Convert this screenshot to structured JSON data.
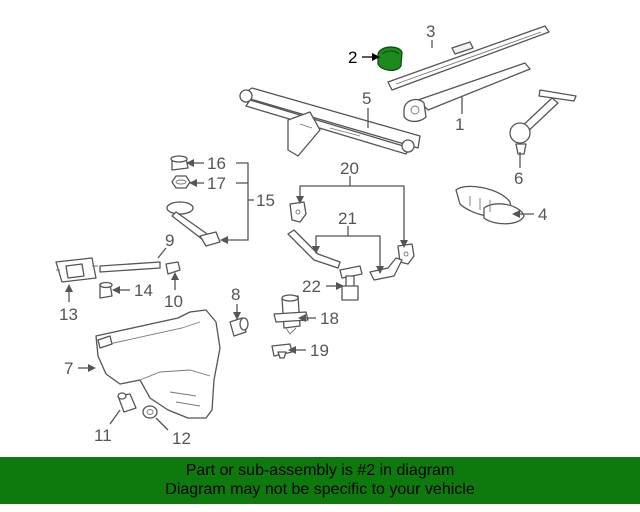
{
  "callouts": [
    "1",
    "2",
    "3",
    "4",
    "5",
    "6",
    "7",
    "8",
    "9",
    "10",
    "11",
    "12",
    "13",
    "14",
    "15",
    "16",
    "17",
    "18",
    "19",
    "20",
    "21",
    "22"
  ],
  "highlight_callout": "2",
  "colors": {
    "footer_bg": "#0e7a0d",
    "highlight_part": "#1e8a1e",
    "line_art": "#555555"
  },
  "footer": {
    "line1": "Part or sub-assembly is #2 in diagram",
    "line2": "Diagram may not be specific to your vehicle"
  }
}
